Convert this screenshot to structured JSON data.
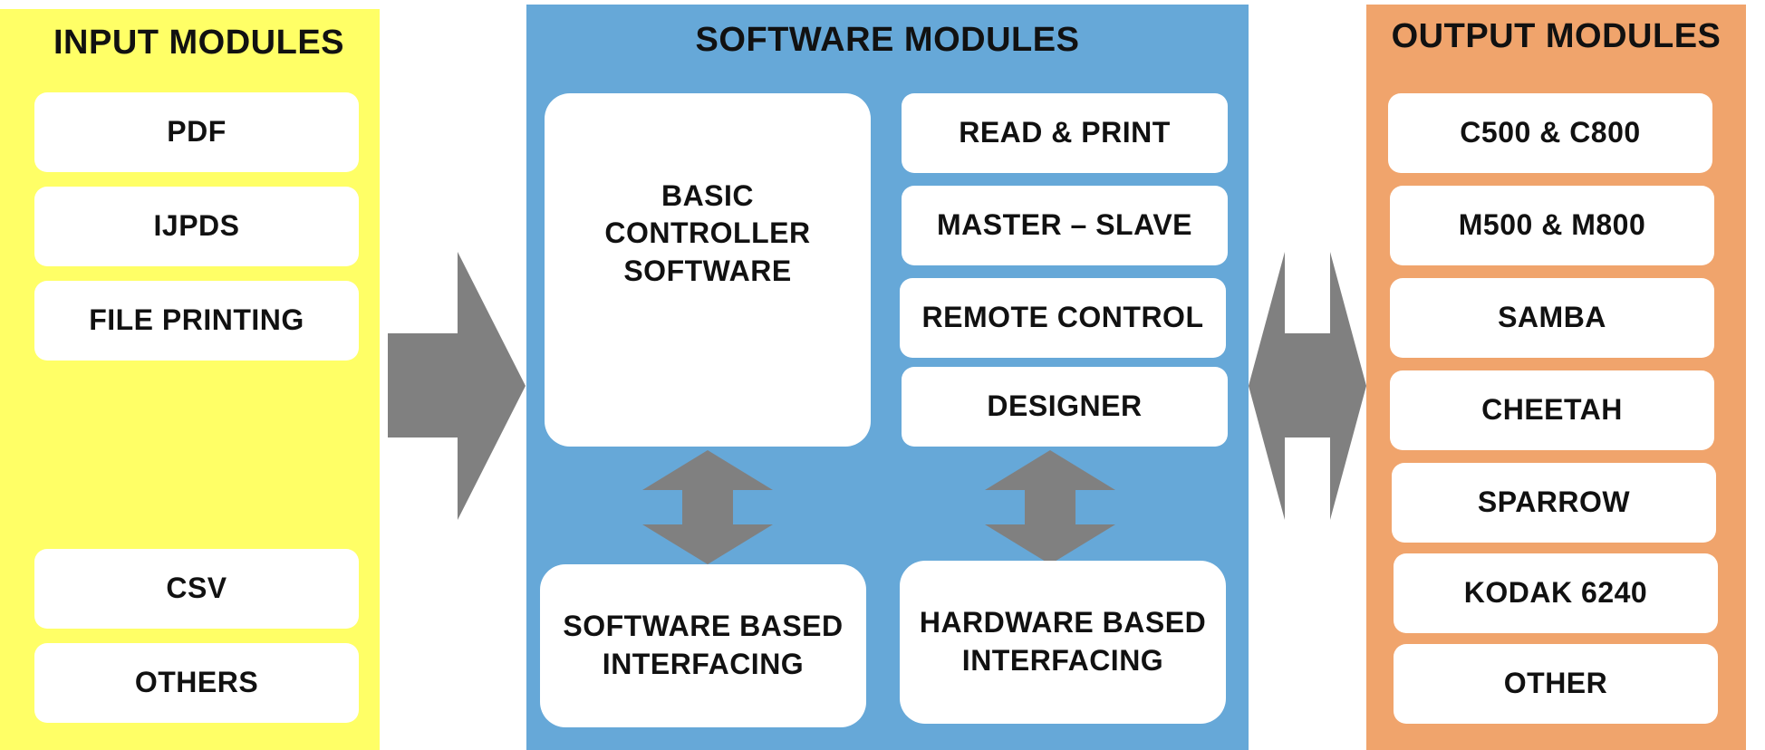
{
  "colors": {
    "input_panel": "#FFFF66",
    "software_panel": "#66A8D8",
    "output_panel": "#F0A46C",
    "arrow": "#808080",
    "box": "#FFFFFF"
  },
  "input_modules": {
    "title": "INPUT MODULES",
    "items": [
      "PDF",
      "IJPDS",
      "FILE PRINTING",
      "CSV",
      "OTHERS"
    ]
  },
  "software_modules": {
    "title": "SOFTWARE MODULES",
    "core": "BASIC\nCONTROLLER\nSOFTWARE",
    "features": [
      "READ & PRINT",
      "MASTER – SLAVE",
      "REMOTE CONTROL",
      "DESIGNER"
    ],
    "software_interfacing": "SOFTWARE BASED\nINTERFACING",
    "hardware_interfacing": "HARDWARE BASED\nINTERFACING"
  },
  "output_modules": {
    "title": "OUTPUT MODULES",
    "items": [
      "C500 & C800",
      "M500 & M800",
      "SAMBA",
      "CHEETAH",
      "SPARROW",
      "KODAK 6240",
      "OTHER"
    ]
  }
}
